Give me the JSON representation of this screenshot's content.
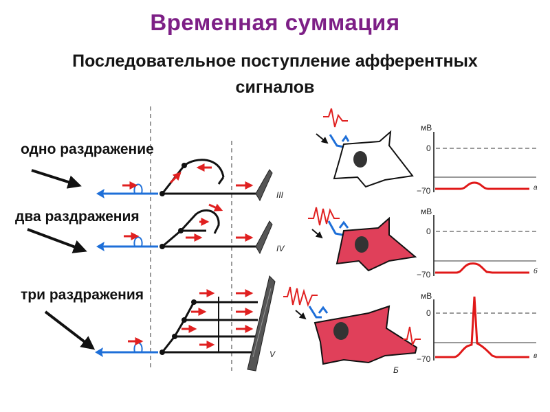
{
  "title": "Временная суммация",
  "subtitle_line1": "Последовательное поступление афферентных",
  "subtitle_line2": "сигналов",
  "rows": [
    {
      "label": "одно раздражение",
      "roman": "III",
      "panel_letter": "а"
    },
    {
      "label": "два раздражения",
      "roman": "IV",
      "panel_letter": "б"
    },
    {
      "label": "три раздражения",
      "roman": "V",
      "panel_letter": "в"
    }
  ],
  "graph": {
    "unit": "мВ",
    "zero_label": "0",
    "rest_label": "−70"
  },
  "neuron_label": "Б",
  "colors": {
    "title": "#7d1f86",
    "afferent_blue": "#1e6fd8",
    "arrow_red": "#e02020",
    "trace_red": "#e01818",
    "neuron_fill_dark": "#e0405a",
    "neuron_fill_light": "#ffffff"
  }
}
